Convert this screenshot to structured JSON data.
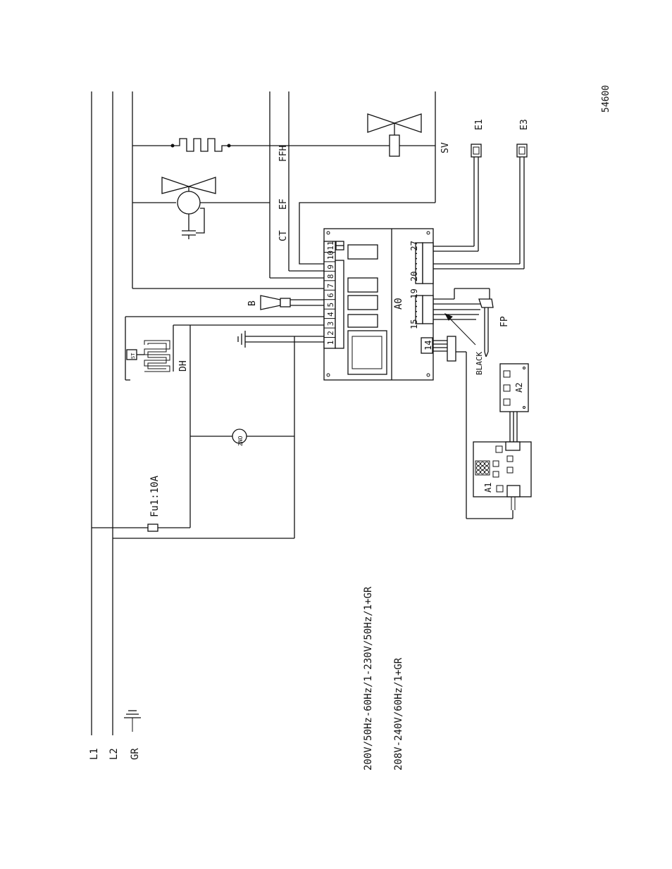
{
  "drawing_number": "54600",
  "supply": {
    "l1": "L1",
    "l2": "L2",
    "gr": "GR",
    "voltage_line_1": "200V/50Hz-60Hz/1-230V/50Hz/1+GR",
    "voltage_line_2": "208V-240V/60Hz/1+GR"
  },
  "fuse_label": "Fu1:10A",
  "components": {
    "ffh": "FFH",
    "ef": "EF",
    "ct": "CT",
    "sv": "SV",
    "e1": "E1",
    "e3": "E3",
    "b": "B",
    "dh": "DH",
    "st": "ST",
    "zno": "ZNO",
    "fp": "FP",
    "black": "BLACK",
    "a1": "A1",
    "a2": "A2"
  },
  "controller": {
    "name": "A0",
    "terminals": [
      "1",
      "2",
      "3",
      "4",
      "5",
      "6",
      "7",
      "8",
      "9",
      "10",
      "11"
    ],
    "range_15_19": "15....19",
    "range_20_27": "20....27",
    "connector_14": "14"
  }
}
